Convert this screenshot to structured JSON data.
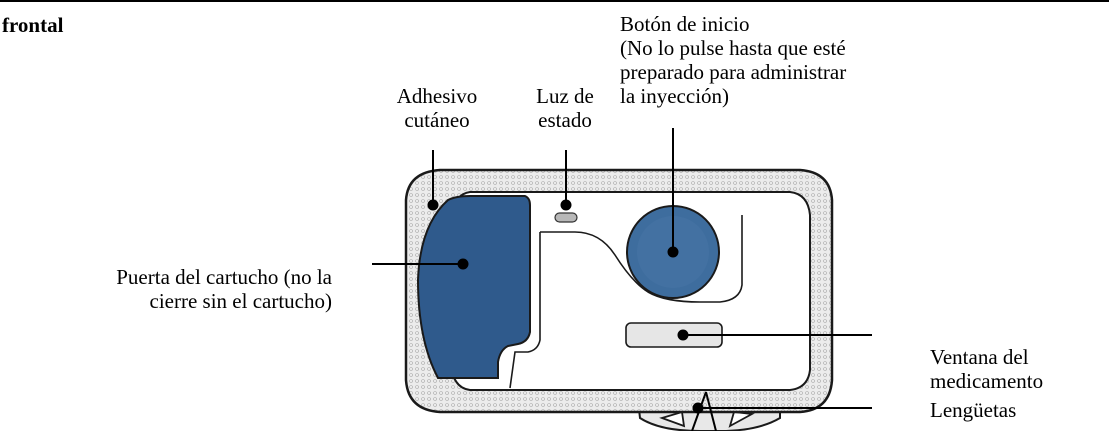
{
  "heading": "frontal",
  "labels": {
    "start_button": [
      "Botón de inicio",
      "(No lo pulse hasta que esté",
      "preparado para administrar",
      "la inyección)"
    ],
    "skin_adhesive": [
      "Adhesivo",
      "cutáneo"
    ],
    "status_light": [
      "Luz de",
      "estado"
    ],
    "cartridge_door": [
      "Puerta del cartucho (no la",
      "cierre sin el cartucho)"
    ],
    "medicine_window": [
      "Ventana del",
      "medicamento"
    ],
    "tabs": [
      "Lengüetas"
    ]
  },
  "colors": {
    "door_blue": "#2f5a8c",
    "button_blue": "#3e6d9e",
    "adhesive_gray": "#e4e4e4",
    "body_white": "#ffffff",
    "outline": "#1a1a1a"
  }
}
